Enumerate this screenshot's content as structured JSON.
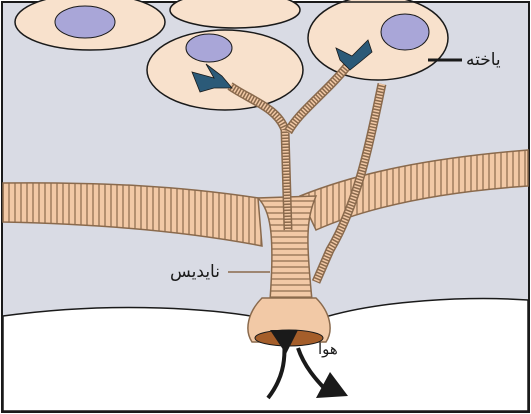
{
  "labels": {
    "cell": "یاخته",
    "trachea": "نایدیس",
    "air": "هوا"
  },
  "colors": {
    "background_tissue": "#d9dbe4",
    "tube_fill": "#f2c9a6",
    "tube_stroke": "#8a6a4d",
    "cell_fill": "#f8e1cc",
    "nucleus_fill": "#a9a6d8",
    "tracheole_end": "#2b5a78",
    "outline": "#1a1a1a",
    "opening": "#a55e2a"
  },
  "icons": {
    "air_arrows": "curved-arrow-icon"
  }
}
